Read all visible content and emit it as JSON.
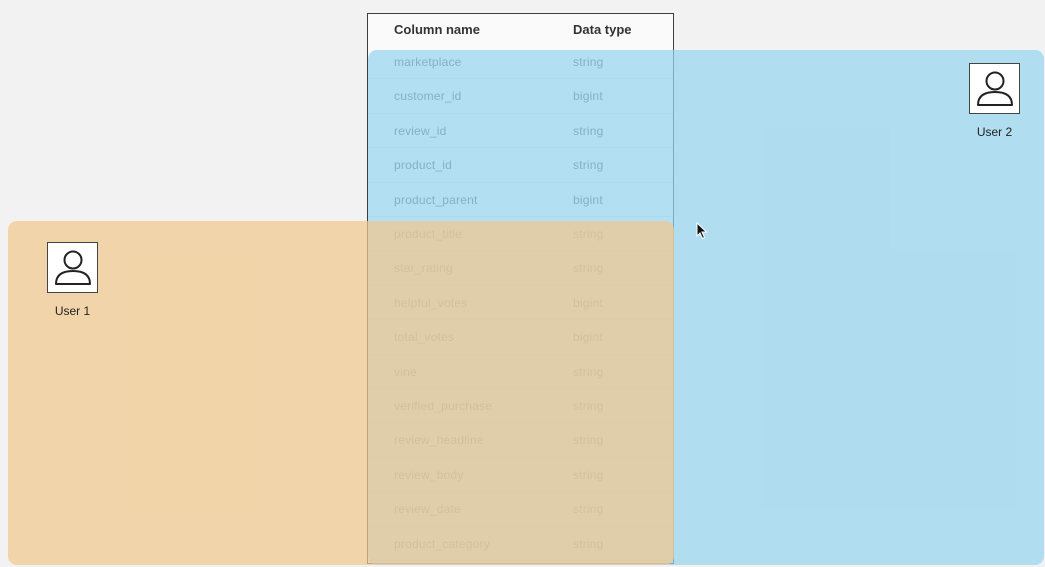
{
  "table": {
    "headers": {
      "column_name": "Column name",
      "data_type": "Data type"
    },
    "rows": [
      {
        "name": "marketplace",
        "type": "string"
      },
      {
        "name": "customer_id",
        "type": "bigint"
      },
      {
        "name": "review_id",
        "type": "string"
      },
      {
        "name": "product_id",
        "type": "string"
      },
      {
        "name": "product_parent",
        "type": "bigint"
      },
      {
        "name": "product_title",
        "type": "string"
      },
      {
        "name": "star_rating",
        "type": "string"
      },
      {
        "name": "helpful_votes",
        "type": "bigint"
      },
      {
        "name": "total_votes",
        "type": "bigint"
      },
      {
        "name": "vine",
        "type": "string"
      },
      {
        "name": "verified_purchase",
        "type": "string"
      },
      {
        "name": "review_headline",
        "type": "string"
      },
      {
        "name": "review_body",
        "type": "string"
      },
      {
        "name": "review_date",
        "type": "string"
      },
      {
        "name": "product_category",
        "type": "string"
      }
    ]
  },
  "users": {
    "user1": {
      "label": "User 1",
      "icon": "user-icon",
      "region_color": "#f0c88c"
    },
    "user2": {
      "label": "User 2",
      "icon": "user-icon",
      "region_color": "#96d4ee"
    }
  },
  "cursor": {
    "icon": "pointer-cursor-icon"
  }
}
